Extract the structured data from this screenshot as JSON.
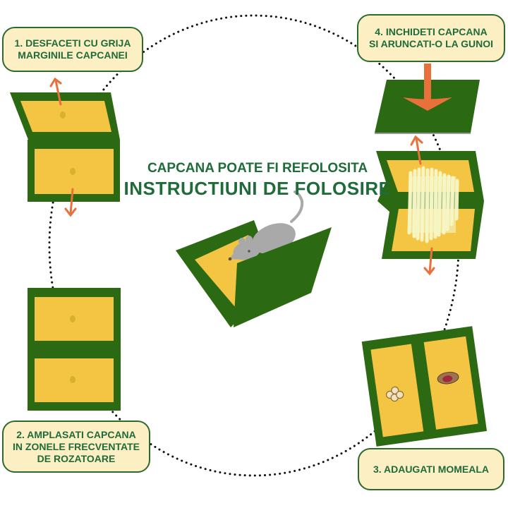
{
  "diagram": {
    "title": {
      "subtitle": "CAPCANA POATE FI REFOLOSITA",
      "main": "INSTRUCTIUNI DE FOLOSIRE"
    },
    "steps": [
      {
        "number": 1,
        "lines": [
          "1. DESFACETI CU GRIJA",
          "MARGINILE CAPCANEI"
        ]
      },
      {
        "number": 2,
        "lines": [
          "2. AMPLASATI CAPCANA",
          "IN ZONELE FRECVENTATE",
          "DE ROZATOARE"
        ]
      },
      {
        "number": 3,
        "lines": [
          "3. ADAUGATI MOMEALA"
        ]
      },
      {
        "number": 4,
        "lines": [
          "4. INCHIDETI CAPCANA",
          "SI ARUNCATI-O LA GUNOI"
        ]
      }
    ],
    "illustrations": [
      {
        "step": 1,
        "icon": "glue-trap-opening-icon"
      },
      {
        "step": 2,
        "icon": "glue-trap-open-flat-icon"
      },
      {
        "step": 3,
        "icon": "glue-trap-with-bait-icon"
      },
      {
        "step": 4,
        "icon": "glue-trap-closing-icon"
      },
      {
        "step": "center",
        "icon": "mouse-in-trap-icon"
      }
    ],
    "colors": {
      "trap_green": "#2b6a12",
      "trap_yellow": "#f4c542",
      "glue_dot": "#d9b02a",
      "arrow_orange": "#e8703a",
      "label_fill": "#fcefc4",
      "label_border": "#2e6a2e",
      "text_green": "#1f6b3a",
      "mouse_gray": "#a9a9a9",
      "glue_cream": "#f7f7c8",
      "dotted_path": "#111111"
    }
  }
}
